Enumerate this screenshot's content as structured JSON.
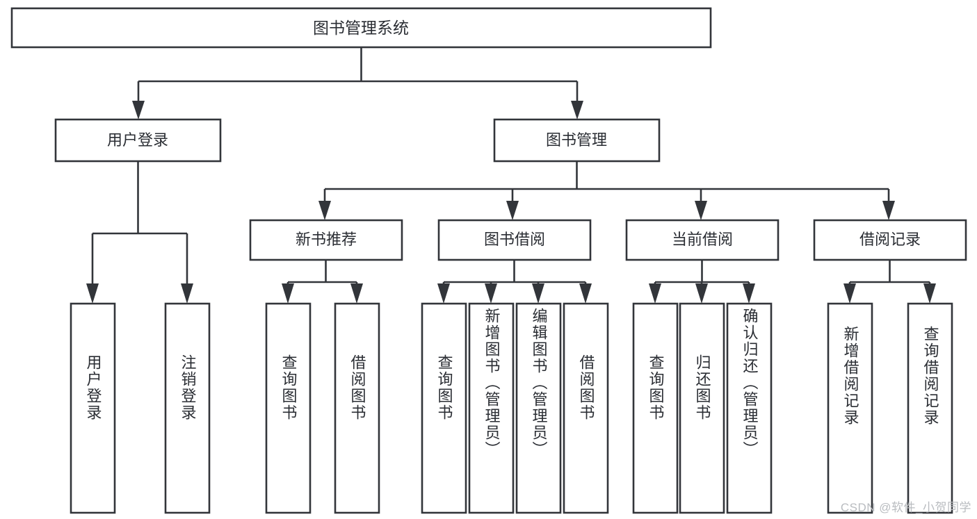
{
  "diagram": {
    "title": "图书管理系统",
    "type": "tree-hierarchy-chart",
    "watermark": "CSDN @软件_小贺同学",
    "colors": {
      "box_stroke": "#32353a",
      "box_fill": "#ffffff",
      "text": "#2a2d33",
      "background": "#ffffff",
      "watermark": "#b9bcc0"
    },
    "root": {
      "label": "图书管理系统"
    },
    "level2": [
      {
        "label": "用户登录"
      },
      {
        "label": "图书管理"
      }
    ],
    "level3": [
      {
        "label": "新书推荐"
      },
      {
        "label": "图书借阅"
      },
      {
        "label": "当前借阅"
      },
      {
        "label": "借阅记录"
      }
    ],
    "leaves": [
      {
        "label": "用户登录",
        "parent": "用户登录"
      },
      {
        "label": "注销登录",
        "parent": "用户登录"
      },
      {
        "label": "查询图书",
        "parent": "新书推荐"
      },
      {
        "label": "借阅图书",
        "parent": "新书推荐"
      },
      {
        "label": "查询图书",
        "parent": "图书借阅"
      },
      {
        "label": "新增图书（管理员）",
        "parent": "图书借阅"
      },
      {
        "label": "编辑图书（管理员）",
        "parent": "图书借阅"
      },
      {
        "label": "借阅图书",
        "parent": "图书借阅"
      },
      {
        "label": "查询图书",
        "parent": "当前借阅"
      },
      {
        "label": "归还图书",
        "parent": "当前借阅"
      },
      {
        "label": "确认归还（管理员）",
        "parent": "当前借阅"
      },
      {
        "label": "新增借阅记录",
        "parent": "借阅记录"
      },
      {
        "label": "查询借阅记录",
        "parent": "借阅记录"
      }
    ]
  }
}
